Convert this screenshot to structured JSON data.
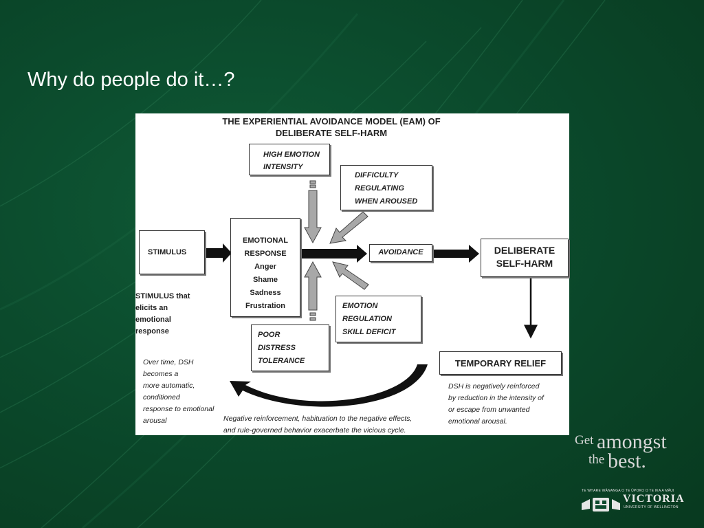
{
  "slide": {
    "title": "Why do people do it…?"
  },
  "figure": {
    "title_line1": "THE EXPERIENTIAL AVOIDANCE MODEL (EAM) OF",
    "title_line2": "DELIBERATE SELF-HARM",
    "high_emotion": [
      "HIGH EMOTION",
      "INTENSITY"
    ],
    "difficulty": [
      "DIFFICULTY",
      "REGULATING",
      "WHEN AROUSED"
    ],
    "stimulus": "STIMULUS",
    "emotional_response": [
      "EMOTIONAL",
      "RESPONSE",
      "Anger",
      "Shame",
      "Sadness",
      "Frustration"
    ],
    "avoidance": "AVOIDANCE",
    "dsh": [
      "DELIBERATE",
      "SELF-HARM"
    ],
    "emotion_regulation": [
      "EMOTION",
      "REGULATION",
      "SKILL DEFICIT"
    ],
    "poor_distress": [
      "POOR",
      "DISTRESS",
      "TOLERANCE"
    ],
    "stimulus_note": [
      "STIMULUS that",
      "elicits an",
      "emotional",
      "response"
    ],
    "temporary_relief": "TEMPORARY RELIEF",
    "over_time_note": [
      "Over time, DSH",
      "becomes a",
      "more automatic,",
      "conditioned",
      "response to emotional",
      "arousal"
    ],
    "neg_reinforced_note": [
      "DSH is negatively reinforced",
      "by reduction in the intensity of",
      "or escape from unwanted",
      "emotional arousal."
    ],
    "bottom_caption": [
      "Negative reinforcement, habituation to the negative effects,",
      "and rule-governed behavior exacerbate the vicious cycle."
    ]
  },
  "logo": {
    "get": "Get",
    "amongst": "amongst",
    "the": "the",
    "best": "best.",
    "maori_line": "TE WHARE WĀNANGA O TE ŪPOKO O TE IKA A MĀUI",
    "victoria": "VICTORIA",
    "university": "UNIVERSITY OF WELLINGTON"
  }
}
